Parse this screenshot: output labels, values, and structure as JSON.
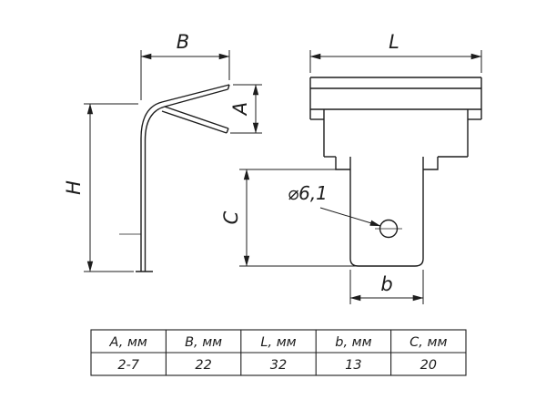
{
  "labels": {
    "B": "B",
    "A": "A",
    "H": "H",
    "L": "L",
    "C": "C",
    "b": "b",
    "hole": "⌀6,1"
  },
  "table": {
    "headers": [
      "A, мм",
      "B, мм",
      "L, мм",
      "b, мм",
      "C, мм"
    ],
    "values": [
      "2-7",
      "22",
      "32",
      "13",
      "20"
    ]
  },
  "colors": {
    "line": "#1d1d1d",
    "background": "#ffffff"
  }
}
